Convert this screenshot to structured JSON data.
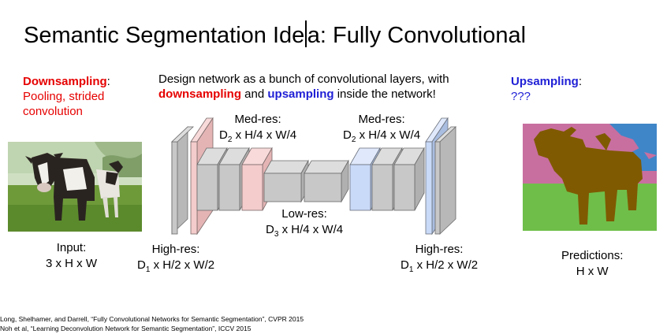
{
  "title": {
    "before_cursor": "Semantic Segmentation Ide",
    "after_cursor": "a: Fully Convolutional"
  },
  "downsampling": {
    "heading": "Downsampling",
    "colon": ":",
    "line1": "Pooling, strided",
    "line2": "convolution"
  },
  "upsampling": {
    "heading": "Upsampling",
    "colon": ":",
    "line1": "???"
  },
  "description": {
    "line1": "Design network as a bunch of convolutional layers, with",
    "down_word": "downsampling",
    "and_word": " and ",
    "up_word": "upsampling",
    "tail": " inside the network!"
  },
  "labels": {
    "input_title": "Input:",
    "input_dims": "3 x H x W",
    "highres_left_title": "High-res:",
    "highres_left_d": "D",
    "highres_left_sub": "1",
    "highres_left_rest": " x H/2 x W/2",
    "medres_left_title": "Med-res:",
    "medres_left_d": "D",
    "medres_left_sub": "2",
    "medres_left_rest": " x H/4 x W/4",
    "lowres_title": "Low-res:",
    "lowres_d": "D",
    "lowres_sub": "3",
    "lowres_rest": " x H/4 x W/4",
    "medres_right_title": "Med-res:",
    "medres_right_d": "D",
    "medres_right_sub": "2",
    "medres_right_rest": " x H/4 x W/4",
    "highres_right_title": "High-res:",
    "highres_right_d": "D",
    "highres_right_sub": "1",
    "highres_right_rest": " x H/2 x W/2",
    "predictions_title": "Predictions:",
    "predictions_dims": "H x W"
  },
  "citations": [
    "Long, Shelhamer, and Darrell, “Fully Convolutional Networks for Semantic Segmentation”, CVPR 2015",
    "Noh et al, “Learning Deconvolution Network for Semantic Segmentation”, ICCV 2015"
  ],
  "colors": {
    "red": "#e60000",
    "blue": "#1f1fd6",
    "layer_gray": "#c8c8c8",
    "layer_pink": "#f4cccc",
    "layer_blue": "#c9daf8",
    "seg_cow": "#7f5a00",
    "seg_grass": "#6fbe4a",
    "seg_pink": "#c86fa0",
    "seg_sky": "#3f86c8"
  }
}
